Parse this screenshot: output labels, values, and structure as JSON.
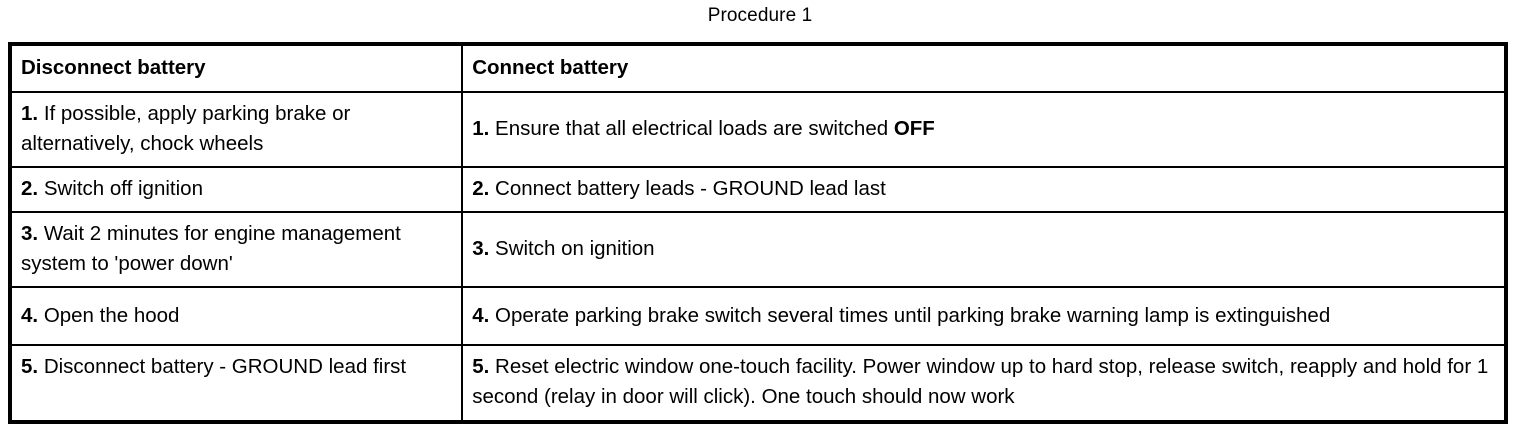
{
  "document": {
    "title": "Procedure 1"
  },
  "table": {
    "headers": {
      "left": "Disconnect battery",
      "right": "Connect battery"
    },
    "left_column": [
      {
        "num": "1.",
        "text": "If possible, apply parking brake or alternatively, chock wheels"
      },
      {
        "num": "2.",
        "text": "Switch off ignition"
      },
      {
        "num": "3.",
        "text": "Wait 2 minutes for engine management system to 'power down'"
      },
      {
        "num": "4.",
        "text": "Open the hood"
      },
      {
        "num": "5.",
        "text": "Disconnect battery - GROUND lead first"
      }
    ],
    "right_column": [
      {
        "num": "1.",
        "text": "Ensure that all electrical loads are switched ",
        "emphasis": "OFF",
        "tail": ""
      },
      {
        "num": "2.",
        "text": "Connect battery leads - GROUND lead last",
        "emphasis": "",
        "tail": ""
      },
      {
        "num": "3.",
        "text": "Switch on ignition",
        "emphasis": "",
        "tail": ""
      },
      {
        "num": "4.",
        "text": "Operate parking brake switch several times until parking brake warning lamp is extinguished",
        "emphasis": "",
        "tail": ""
      },
      {
        "num": "5.",
        "text": "Reset electric window one-touch facility. Power window up to hard stop, release switch, reapply and hold for 1 second (relay in door will click). One touch should now work",
        "emphasis": "",
        "tail": ""
      }
    ]
  },
  "style": {
    "text_color": "#000000",
    "background_color": "#ffffff",
    "border_color": "#000000"
  }
}
